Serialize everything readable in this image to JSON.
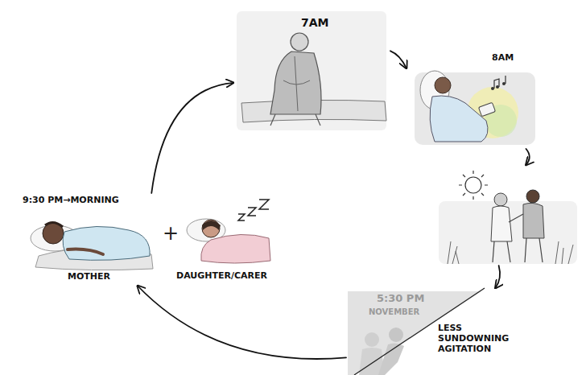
{
  "diagram": {
    "nodes": [
      {
        "text": [
          "7AM"
        ]
      },
      {
        "text": [
          "8AM"
        ]
      },
      {
        "text": []
      },
      {
        "text": [
          "5:30 PM",
          "NOVEMBER",
          "LESS SUNDOWNING AGITATION"
        ]
      },
      {
        "text": [
          "9:30 PM→MORNING",
          "MOTHER"
        ]
      },
      {
        "text": [
          "DAUGHTER/CARER"
        ]
      }
    ],
    "edges": [
      {
        "from": 0,
        "to": 1,
        "arrow": "to"
      },
      {
        "from": 1,
        "to": 2,
        "arrow": "to"
      },
      {
        "from": 2,
        "to": 3,
        "arrow": "to"
      },
      {
        "from": 3,
        "to": 4,
        "arrow": "to"
      },
      {
        "from": 4,
        "to": 0,
        "arrow": "to"
      }
    ],
    "labels": [
      "+"
    ]
  }
}
